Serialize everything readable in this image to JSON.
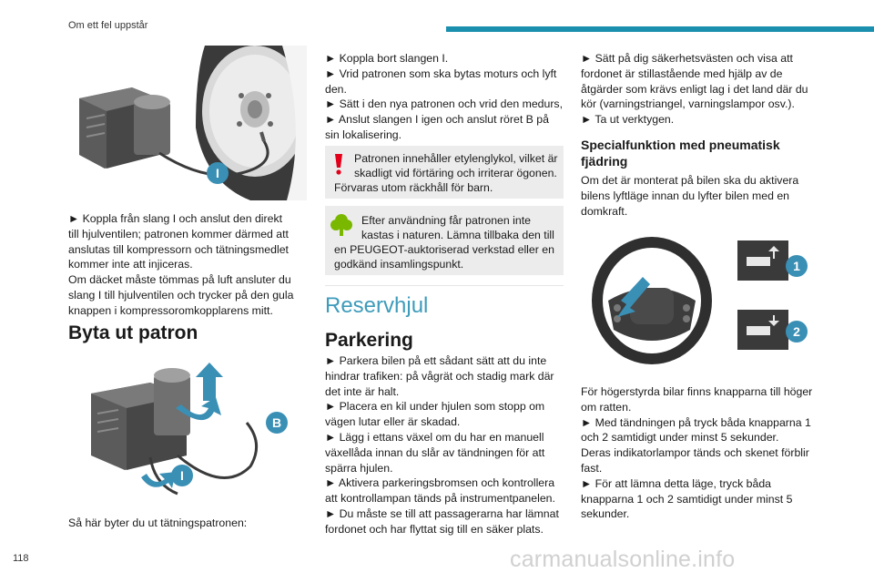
{
  "header": {
    "section_title": "Om ett fel uppstår"
  },
  "page_number": "118",
  "watermark": "carmanualsonline.info",
  "col1": {
    "callout_I_top": "I",
    "paragraph1_lines": [
      "► Koppla från slang I och anslut den direkt",
      "till hjulventilen; patronen kommer därmed att",
      "anslutas till kompressorn och tätningsmedlet",
      "kommer inte att injiceras.",
      "Om däcket måste tömmas på luft ansluter du",
      "slang I till hjulventilen och trycker på den gula",
      "knappen i kompressoromkopplarens mitt."
    ],
    "heading": "Byta ut patron",
    "callout_B": "B",
    "callout_I_bottom": "I",
    "caption": "Så här byter du ut tätningspatronen:"
  },
  "col2": {
    "steps_lines": [
      "► Koppla bort slangen I.",
      "► Vrid patronen som ska bytas moturs och lyft",
      "den.",
      "► Sätt i den nya patronen och vrid den medurs,",
      "► Anslut slangen I igen och anslut röret B på",
      "sin lokalisering."
    ],
    "warning_lines": [
      "Patronen innehåller etylenglykol, vilket är",
      "skadligt vid förtäring och irriterar ögonen.",
      "Förvaras utom räckhåll för barn."
    ],
    "eco_lines": [
      "Efter användning får patronen inte",
      "kastas i naturen. Lämna tillbaka den till",
      "en PEUGEOT-auktoriserad verkstad eller en",
      "godkänd insamlingspunkt."
    ],
    "chapter_title": "Reservhjul",
    "sub_heading": "Parkering",
    "parking_lines": [
      "► Parkera bilen på ett sådant sätt att du inte",
      "hindrar trafiken: på vågrät och stadig mark där",
      "det inte är halt.",
      "► Placera en kil under hjulen som stopp om",
      "vägen lutar eller är skadad.",
      "► Lägg i ettans växel om du har en manuell",
      "växellåda innan du slår av tändningen för att",
      "spärra hjulen.",
      "► Aktivera parkeringsbromsen och kontrollera",
      "att kontrollampan tänds på instrumentpanelen.",
      "► Du måste se till att passagerarna har lämnat",
      "fordonet och har flyttat sig till en säker plats."
    ]
  },
  "col3": {
    "intro_lines": [
      "► Sätt på dig säkerhetsvästen och visa att",
      "fordonet är stillastående med hjälp av de",
      "åtgärder som krävs enligt lag i det land där du",
      "kör (varningstriangel, varningslampor osv.).",
      "► Ta ut verktygen."
    ],
    "heading_lines": [
      "Specialfunktion med pneumatisk",
      "fjädring"
    ],
    "para_lines": [
      "Om det är monterat på bilen ska du aktivera",
      "bilens lyftläge innan du lyfter bilen med en",
      "domkraft."
    ],
    "badge_1": "1",
    "badge_2": "2",
    "body_lines": [
      "För högerstyrda bilar finns knapparna till höger",
      "om ratten.",
      "► Med tändningen på tryck båda knapparna 1",
      "och 2 samtidigt under minst 5 sekunder.",
      "Deras indikatorlampor tänds och skenet förblir",
      "fast.",
      "► För att lämna detta läge, tryck båda",
      "knapparna 1 och 2 samtidigt under minst 5",
      "sekunder."
    ]
  },
  "colors": {
    "accent": "#1a8fae",
    "chapter": "#3d9bbb",
    "callout": "#3a8fb5",
    "warning": "#e2001a",
    "eco": "#7ab800",
    "note_bg": "#ececec"
  }
}
